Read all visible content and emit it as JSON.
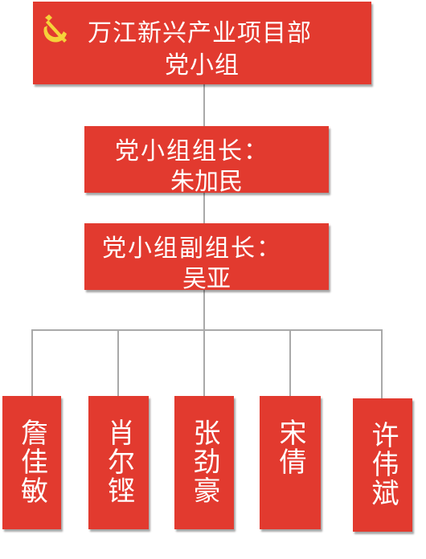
{
  "colors": {
    "box": "#e23a2f",
    "text": "#ffffff",
    "connector": "#a9a9a9",
    "emblem": "#f5d23a"
  },
  "top": {
    "line1": "万江新兴产业项目部",
    "line2": "党小组",
    "icon": "hammer-sickle-icon"
  },
  "leader": {
    "title": "党小组组长：",
    "name": "朱加民"
  },
  "deputy": {
    "title": "党小组副组长：",
    "name": "吴亚"
  },
  "members": [
    {
      "name": "詹佳敏"
    },
    {
      "name": "肖尔铿"
    },
    {
      "name": "张劲豪"
    },
    {
      "name": "宋倩"
    },
    {
      "name": "许伟斌"
    }
  ]
}
